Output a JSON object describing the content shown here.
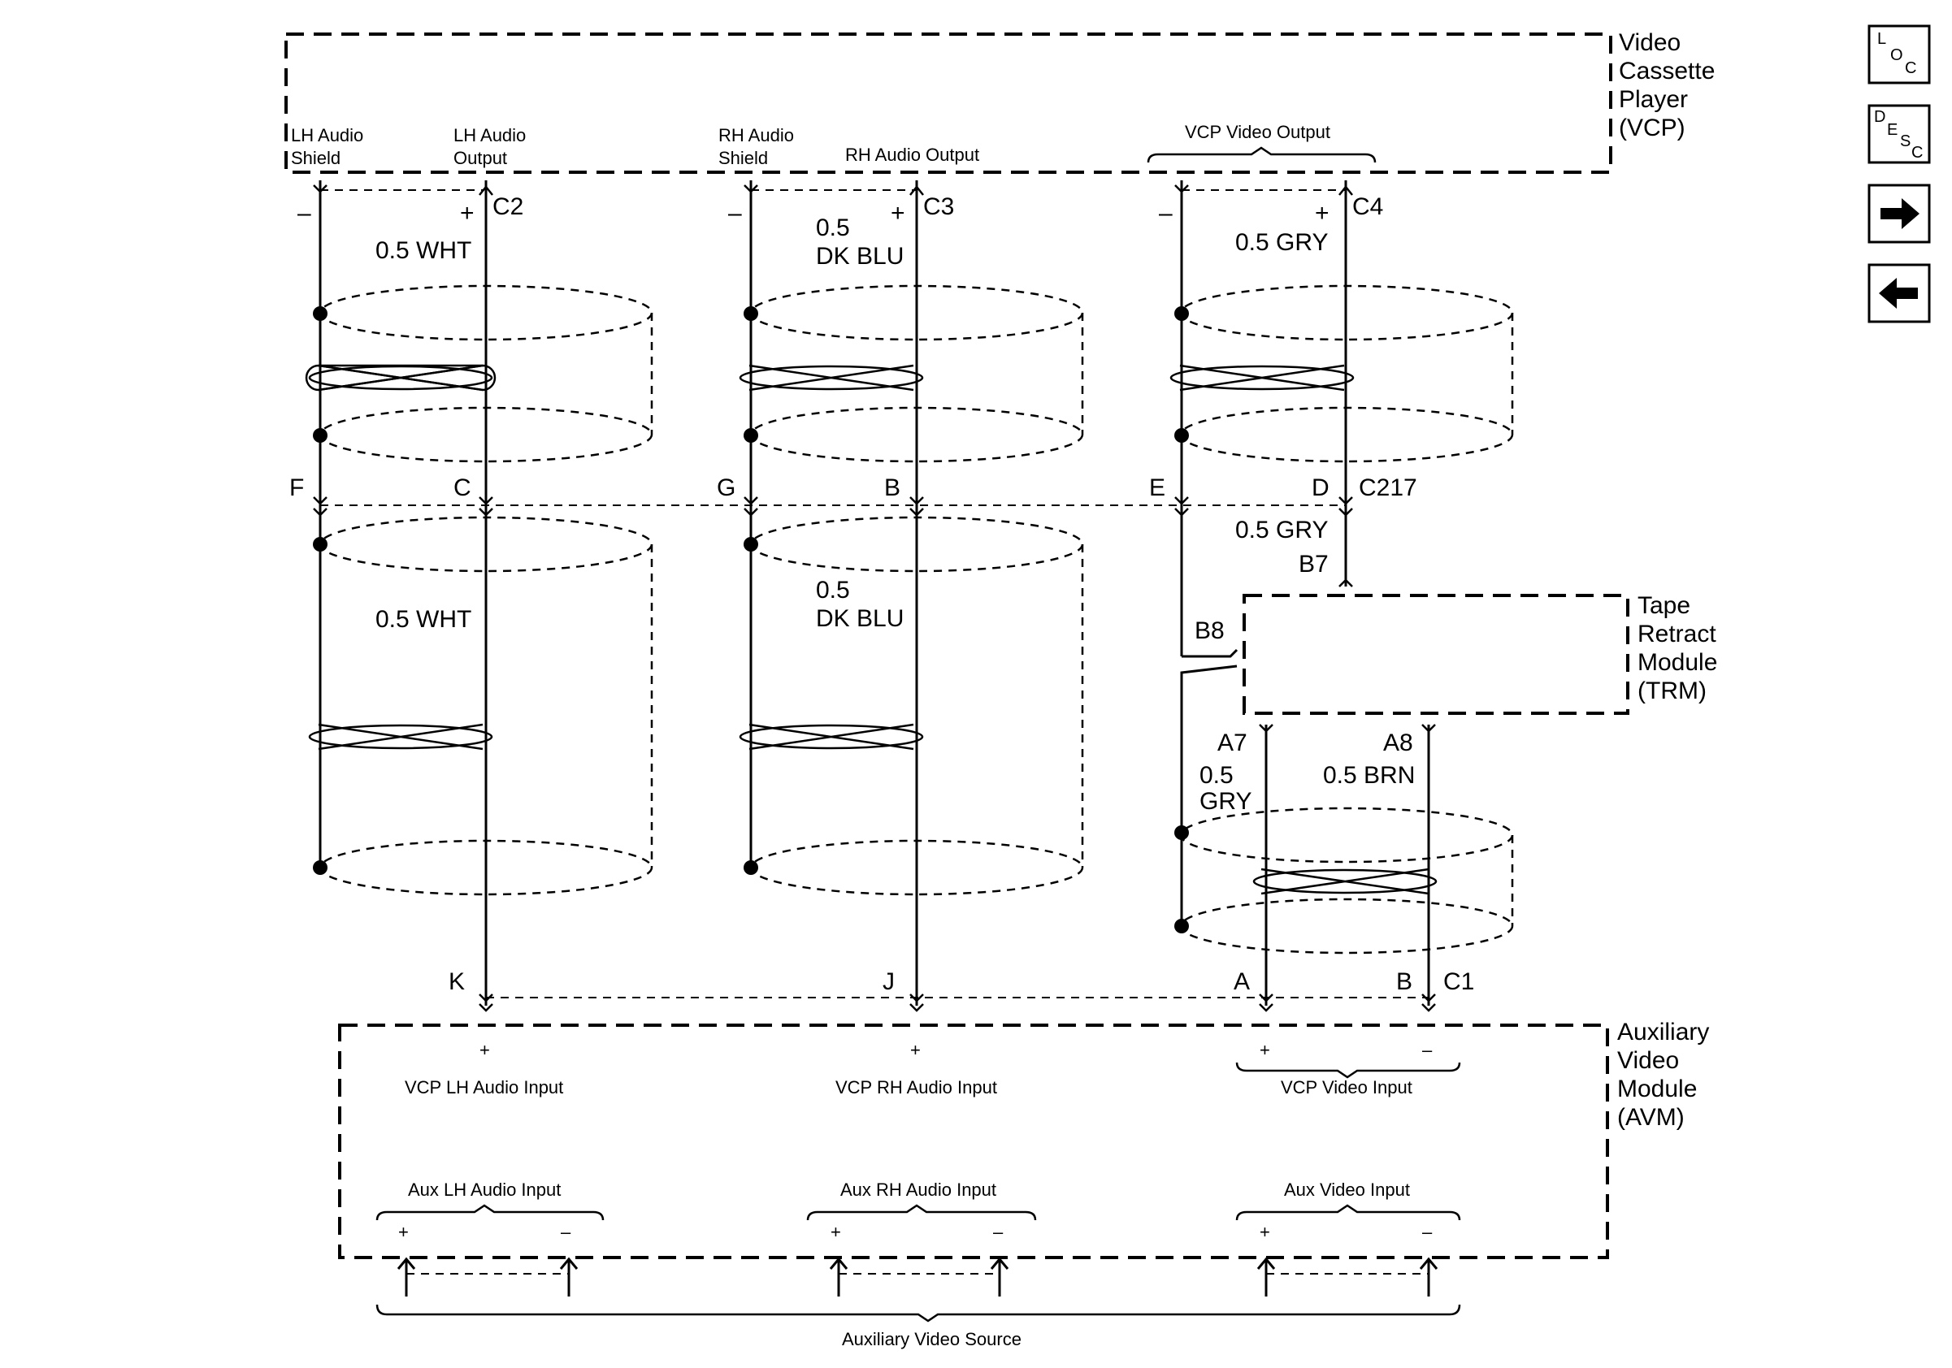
{
  "modules": {
    "vcp": [
      "Video",
      "Cassette",
      "Player",
      "(VCP)"
    ],
    "trm": [
      "Tape",
      "Retract",
      "Module",
      "(TRM)"
    ],
    "avm": [
      "Auxiliary",
      "Video",
      "Module",
      "(AVM)"
    ]
  },
  "vcp_pins": {
    "lh_shield": [
      "LH Audio",
      "Shield"
    ],
    "lh_output": [
      "LH Audio",
      "Output"
    ],
    "rh_shield": [
      "RH Audio",
      "Shield"
    ],
    "rh_output": "RH Audio Output",
    "video_output": "VCP Video Output"
  },
  "connectors": {
    "c2": "C2",
    "c3": "C3",
    "c4": "C4",
    "c217": "C217",
    "c1": "C1",
    "f": "F",
    "c": "C",
    "g": "G",
    "b": "B",
    "e": "E",
    "d": "D",
    "b7": "B7",
    "b8": "B8",
    "a7": "A7",
    "a8": "A8",
    "k": "K",
    "j": "J",
    "a": "A",
    "b_bottom": "B"
  },
  "wires": {
    "wht_upper": "0.5 WHT",
    "wht_lower": "0.5 WHT",
    "dkblu_upper": [
      "0.5",
      "DK BLU"
    ],
    "dkblu_lower": [
      "0.5",
      "DK BLU"
    ],
    "gry_upper": "0.5 GRY",
    "gry_mid": "0.5 GRY",
    "gry_lower": [
      "0.5",
      "GRY"
    ],
    "brn": "0.5 BRN"
  },
  "polarity": {
    "plus": "+",
    "minus": "–"
  },
  "avm_pins": {
    "lh_input": "VCP LH Audio Input",
    "rh_input": "VCP RH Audio Input",
    "video_input": "VCP Video Input",
    "aux_lh": "Aux LH Audio Input",
    "aux_rh": "Aux RH Audio Input",
    "aux_video": "Aux Video Input"
  },
  "source": "Auxiliary Video Source",
  "nav": {
    "loc": [
      "L",
      "O",
      "C"
    ],
    "desc": [
      "D",
      "E",
      "S",
      "C"
    ],
    "next_icon": "arrow-right-icon",
    "prev_icon": "arrow-left-icon"
  }
}
